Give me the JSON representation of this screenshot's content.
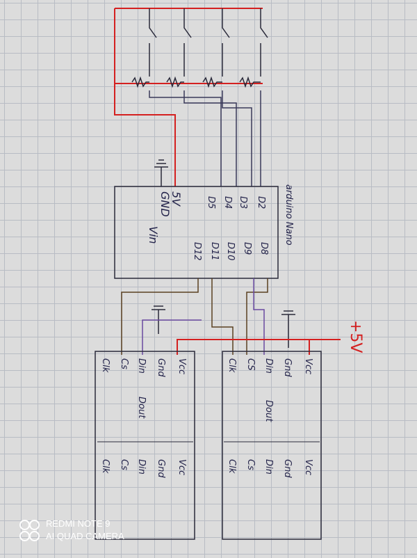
{
  "arduino": {
    "title": "arduino Nano",
    "left_pins": [
      "5V",
      "GND",
      "Vin"
    ],
    "mid_pins": [
      "D5",
      "D4",
      "D3",
      "D2"
    ],
    "right_pins": [
      "D12",
      "D11",
      "D10",
      "D9",
      "D8"
    ]
  },
  "power_label": "+5V",
  "modules": [
    {
      "top": [
        "Vcc",
        "Gnd",
        "Din",
        "Cs",
        "Clk"
      ],
      "dout": "Dout",
      "bottom": [
        "Vcc",
        "Gnd",
        "Din",
        "Cs",
        "Clk"
      ]
    },
    {
      "top": [
        "Vcc",
        "Gnd",
        "Din",
        "CS",
        "Clk"
      ],
      "dout": "Dout",
      "bottom": [
        "Vcc",
        "Gnd",
        "Din",
        "Cs",
        "Clk"
      ]
    }
  ],
  "watermark": {
    "line1": "REDMI NOTE 9",
    "line2": "AI QUAD CAMERA"
  },
  "colors": {
    "ink": "#23234a",
    "red": "#d42020",
    "purple": "#6a4aa0",
    "brown": "#5a4020"
  }
}
